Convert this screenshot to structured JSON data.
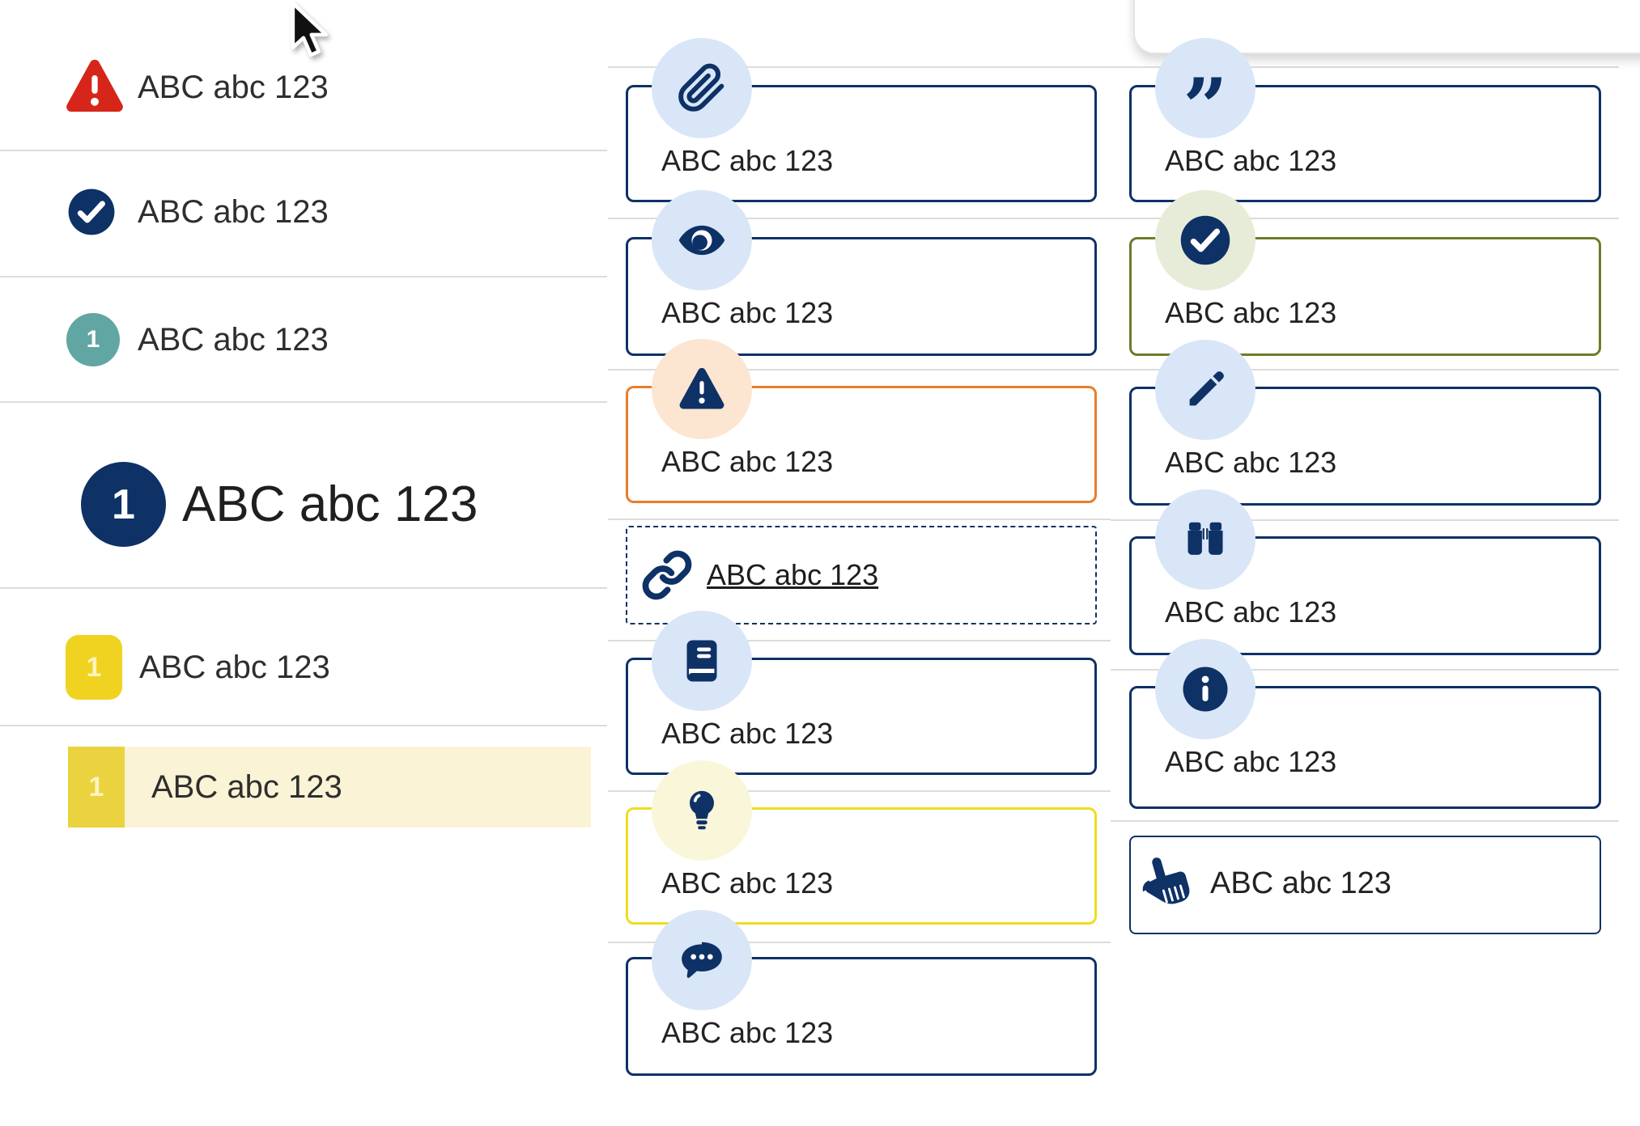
{
  "colors": {
    "navy": "#0e3166",
    "light_blue_tint": "#d9e6f8",
    "peach_tint": "#fce5d1",
    "pale_yellow_tint": "#faf6da",
    "pale_green_tint": "#e7ecd9",
    "orange_border": "#e97d2d",
    "yellow_border": "#f0dc20",
    "olive_border": "#6d7c2a",
    "alert_red": "#d6261a",
    "teal": "#61a6a2",
    "yellow_square": "#f0d320",
    "yellow_square_selected": "#ead33e",
    "row_highlight": "#faf3d5",
    "divider": "#dcdcdc",
    "text": "#2e2e2e"
  },
  "left_list": {
    "rows": [
      {
        "icon": "alert-triangle-icon",
        "label": "ABC abc 123"
      },
      {
        "icon": "check-circle-icon",
        "label": "ABC abc 123"
      },
      {
        "icon": "teal-number-badge",
        "number": "1",
        "label": "ABC abc 123"
      },
      {
        "icon": "navy-number-circle-large",
        "number": "1",
        "label": "ABC abc 123"
      },
      {
        "icon": "yellow-number-square",
        "number": "1",
        "label": "ABC abc 123"
      },
      {
        "icon": "yellow-number-square",
        "number": "1",
        "label": "ABC abc 123",
        "state": "highlighted"
      }
    ]
  },
  "middle_callouts": {
    "rows": [
      {
        "icon": "paperclip-icon",
        "variant": "navy",
        "text": "ABC abc 123"
      },
      {
        "icon": "eye-icon",
        "variant": "navy",
        "text": "ABC abc 123"
      },
      {
        "icon": "warning-icon",
        "variant": "orange",
        "text": "ABC abc 123"
      },
      {
        "icon": "link-icon",
        "variant": "dashed",
        "text": "ABC abc 123",
        "link": true
      },
      {
        "icon": "book-icon",
        "variant": "navy",
        "text": "ABC abc 123"
      },
      {
        "icon": "lightbulb-icon",
        "variant": "yellow",
        "text": "ABC abc 123"
      },
      {
        "icon": "chat-icon",
        "variant": "navy",
        "text": "ABC abc 123"
      }
    ]
  },
  "right_callouts": {
    "rows": [
      {
        "icon": "quote-icon",
        "variant": "navy",
        "text": "ABC abc 123",
        "quote_glyph": "”"
      },
      {
        "icon": "check-circle-icon",
        "variant": "olive",
        "text": "ABC abc 123"
      },
      {
        "icon": "pencil-icon",
        "variant": "navy",
        "text": "ABC abc 123"
      },
      {
        "icon": "binoculars-icon",
        "variant": "navy",
        "text": "ABC abc 123"
      },
      {
        "icon": "info-icon",
        "variant": "navy",
        "text": "ABC abc 123"
      },
      {
        "icon": "hand-pointer-icon",
        "variant": "navy-thin",
        "text": "ABC abc 123"
      }
    ]
  },
  "cursor": {
    "type": "arrow"
  }
}
